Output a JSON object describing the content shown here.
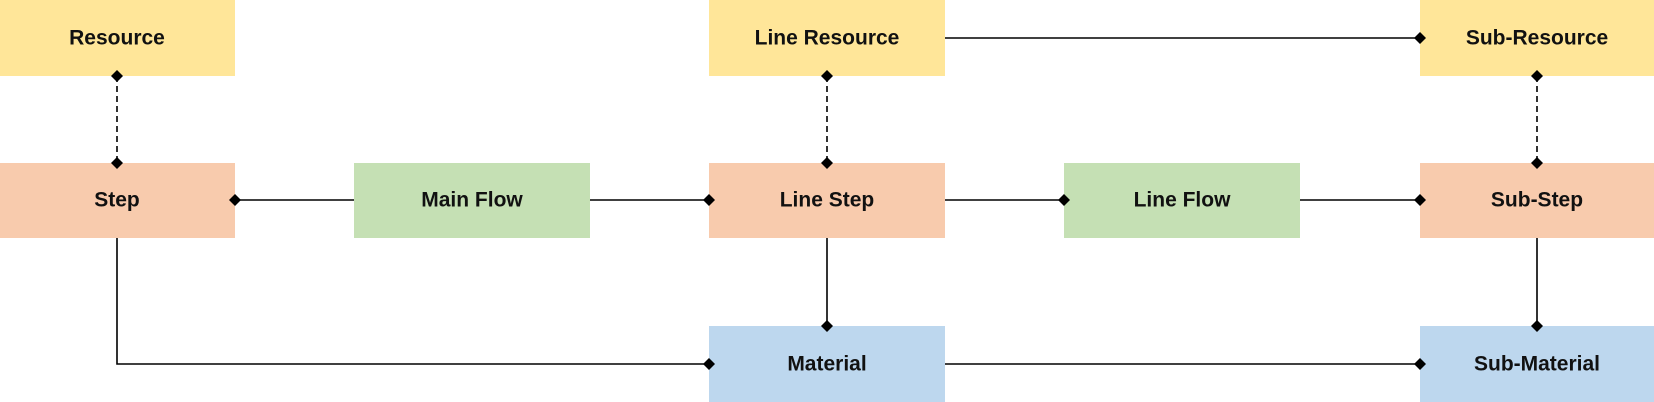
{
  "diagram": {
    "colors": {
      "resource": "#FFE699",
      "step": "#F8CBAD",
      "flow": "#C5E0B4",
      "material": "#BDD7EE",
      "line": "#000000"
    },
    "nodes": {
      "resource": "Resource",
      "line_resource": "Line Resource",
      "sub_resource": "Sub-Resource",
      "step": "Step",
      "main_flow": "Main Flow",
      "line_step": "Line Step",
      "line_flow": "Line Flow",
      "sub_step": "Sub-Step",
      "material": "Material",
      "sub_material": "Sub-Material"
    },
    "connections": [
      {
        "from": "resource",
        "to": "step",
        "style": "dashed"
      },
      {
        "from": "line_resource",
        "to": "line_step",
        "style": "dashed"
      },
      {
        "from": "sub_resource",
        "to": "sub_step",
        "style": "dashed"
      },
      {
        "from": "line_resource",
        "to": "sub_resource",
        "style": "solid"
      },
      {
        "from": "step",
        "to": "main_flow",
        "style": "solid"
      },
      {
        "from": "main_flow",
        "to": "line_step",
        "style": "solid"
      },
      {
        "from": "line_step",
        "to": "line_flow",
        "style": "solid"
      },
      {
        "from": "line_flow",
        "to": "sub_step",
        "style": "solid"
      },
      {
        "from": "line_step",
        "to": "material",
        "style": "solid"
      },
      {
        "from": "sub_step",
        "to": "sub_material",
        "style": "solid"
      },
      {
        "from": "step",
        "to": "material",
        "style": "solid"
      },
      {
        "from": "material",
        "to": "sub_material",
        "style": "solid"
      }
    ]
  }
}
